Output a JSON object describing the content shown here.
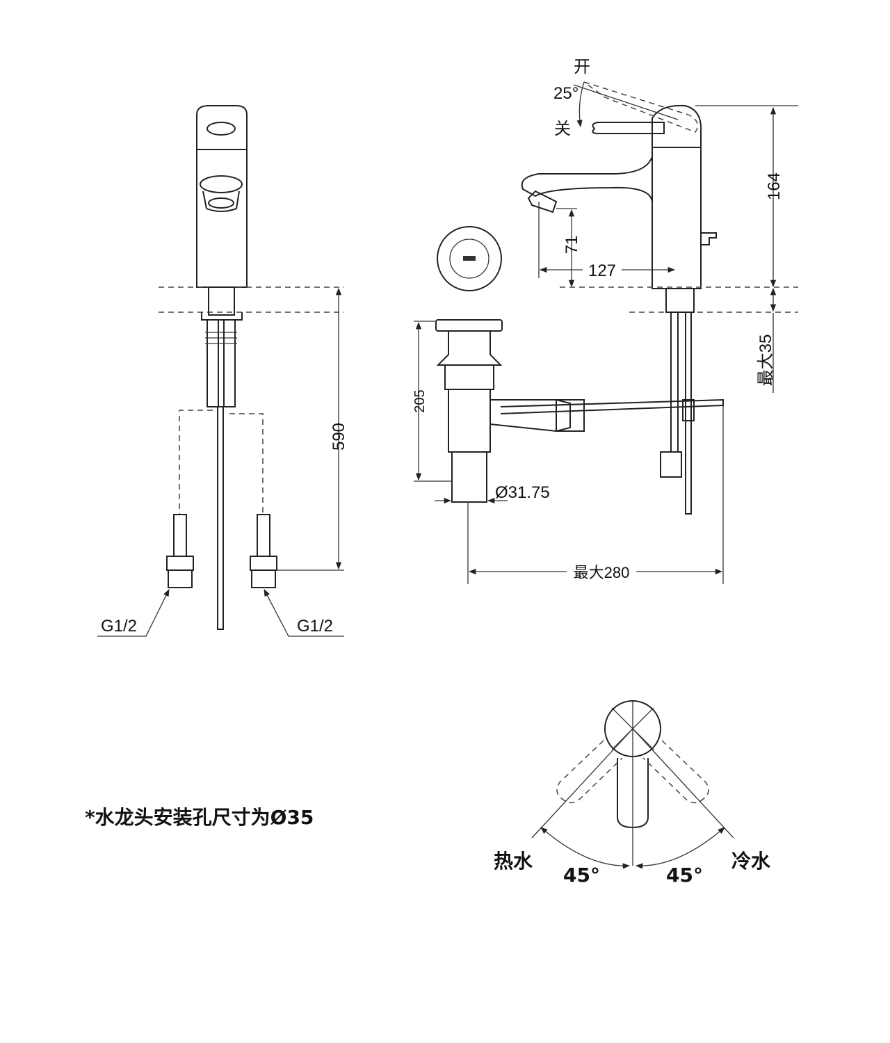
{
  "labels": {
    "open": "开",
    "close": "关",
    "angle_lever": "25°",
    "dim_164": "164",
    "dim_71": "71",
    "dim_127": "127",
    "dim_max35": "最大35",
    "dim_590": "590",
    "dim_205": "205",
    "dim_d3175": "Ø31.75",
    "dim_max280": "最大280",
    "thread_left": "G1/2",
    "thread_right": "G1/2",
    "note": "*水龙头安装孔尺寸为Ø35",
    "hot_water": "热水",
    "cold_water": "冷水",
    "angle_left": "45°",
    "angle_right": "45°"
  }
}
